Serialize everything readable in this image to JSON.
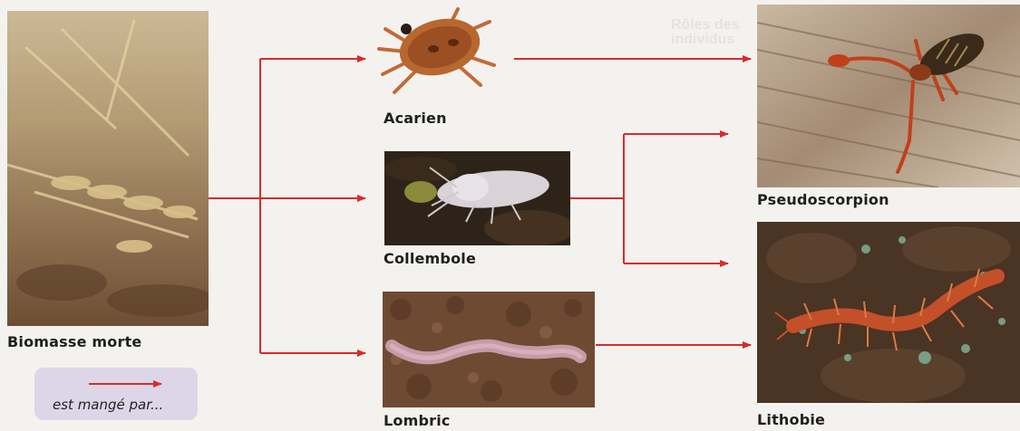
{
  "organisms": {
    "biomasse": "Biomasse morte",
    "acarien": "Acarien",
    "collembole": "Collembole",
    "lombric": "Lombric",
    "pseudoscorpion": "Pseudoscorpion",
    "lithobie": "Lithobie"
  },
  "legend": {
    "text": "est mangé par..."
  },
  "colors": {
    "arrow": "#d92b2b",
    "legend_bg": "#ddd6e8",
    "page_bg": "#f4f2ef"
  }
}
